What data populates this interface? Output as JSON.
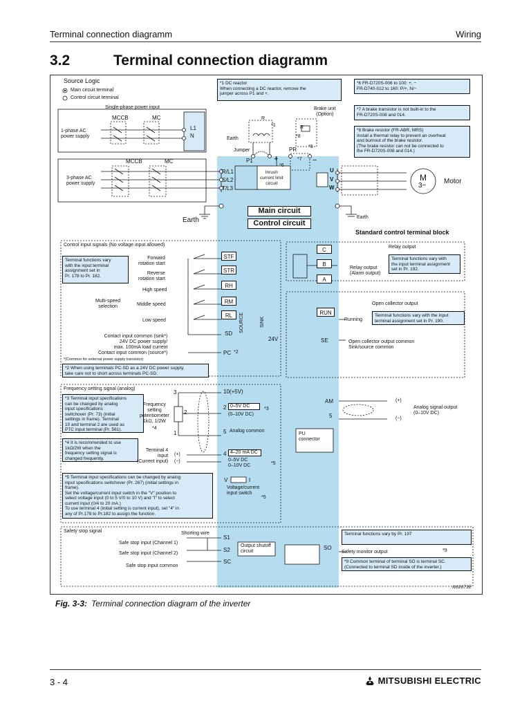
{
  "header": {
    "left": "Terminal connection diagramm",
    "right": "Wiring"
  },
  "section": {
    "number": "3.2",
    "title": "Terminal connection diagramm"
  },
  "legend": {
    "title": "Source Logic",
    "main": "Main circuit terminal",
    "control": "Control circuit terminal"
  },
  "power": {
    "single_title": "Single-phase power input",
    "mccb": "MCCB",
    "mc": "MC",
    "one_phase": "1-phase AC\npower supply",
    "l1": "L1",
    "n": "N",
    "three_phase": "3-phase AC\npower supply",
    "mccb2": "MCCB",
    "mc2": "MC",
    "earth": "Earth",
    "earth2": "Earth",
    "earth3": "Earth",
    "jumper": "Jumper",
    "p1": "P1",
    "plus": "+",
    "pr": "PR",
    "minus": "−",
    "star6": "*6",
    "star6b": "*6",
    "star7": "*7",
    "star8": "*8",
    "star1": "*1",
    "brake_unit": "Brake unit\n(Option)",
    "r": "R",
    "r2": "R",
    "inrush": "Inrush\ncurrent limit\ncircuit",
    "rl1": "R/L1",
    "sl2": "S/L2",
    "tl3": "T/L3",
    "u": "U",
    "v": "V",
    "w": "W",
    "motor_m": "M",
    "motor_3": "3~",
    "motor": "Motor"
  },
  "notes": {
    "n1": "*1 DC reactor\n     When connecting a DC reactor, remove the\n     jumper across P1 and +.",
    "n6": "*6  FR-D720S-008 to 100: +, −\n       FR-D740-012 to 160: P/+, N/−",
    "n7": "*7 A brake transistor is not built-in to the\n     FR-D720S-008 and 014.",
    "n8": "*8 Brake resistor (FR-ABR, MRS)\n     Install a thermal relay to prevent an overheat\n     and burnout of the brake resistor.\n     (The brake resistor can not be connected to\n     the FR-D720S-008 and 014.)"
  },
  "circuit": {
    "main": "Main circuit",
    "control": "Control circuit",
    "std": "Standard control terminal block"
  },
  "inputs": {
    "title": "Control input signals (No voltage input allowed)",
    "note_vary": "Terminal functions vary\nwith the input terminal\nassignment set in\nPr. 178 to Pr. 182.",
    "fwd": "Forward\nrotation start",
    "rev": "Reverse\nrotation start",
    "high": "High speed",
    "multi": "Multi-speed\nselection",
    "middle": "Middle speed",
    "low": "Low speed",
    "common": "Contact input common (sink*)\n24V DC power supply/\nmax. 100mA load current\nContact input common (source*)",
    "common_note": "*(Common for external power supply transistor)",
    "n2": "*2 When using terminals PC-SD as a 24V DC power supply,\n     take care not to short across terminals PC-SD.",
    "stf": "STF",
    "str": "STR",
    "rh": "RH",
    "rm": "RM",
    "rl": "RL",
    "sd": "SD",
    "pc": "PC",
    "star2": "*2",
    "source": "SOURCE",
    "sink": "SINK",
    "v24": "24V"
  },
  "freq": {
    "title": "Frequency setting signal (analog)",
    "n3": "*3 Terminal input specifications\n     can be changed by analog\n     input specifications\n     switchover (Pr. 73) (initial\n     settings in  frame). Terminal\n     10 and terminal 2 are used as\n     PTC input terminal (Pr. 561).",
    "pot": "Frequency\nsetting\npotentiometer\n1kΩ, 1/2W",
    "star4": "*4",
    "n4": "*4 It is recommended to use\n     1kΩ/2W when the\n     frequency setting signal is\n     changed frequently.",
    "t4": "Terminal 4\ninput\n(Current input)",
    "n5": "*5 Terminal input specifications can be changed by analog\n     input specifications switchover (Pr. 267) (initial settings in\n     frame).\n     Set the voltage/current input switch in the \"V\" position to\n     select voltage input (0 to 5 V/0 to 10 V) and \"I\" to select\n     current input (0/4 to 20 mA.)\n     To use terminal 4 (initial setting is current input), set \"4\" in\n     any of Pr.178 to Pr.182 to assign the function.",
    "n3l": "3",
    "n2l": "2",
    "n1l": "1",
    "t10": "10(+5V)",
    "t2": "2",
    "t2a": "0–5V DC",
    "t2b": "(0–10V DC)",
    "star3": "*3",
    "t5": "5",
    "acom": "Analog common",
    "t4l": "4",
    "t4a": "4–20 mA DC",
    "t4b": "0–5V DC\n0–10V DC",
    "star5": "*5",
    "star5b": "*5",
    "plus": "(+)",
    "minus": "(−)",
    "vswitch": "V",
    "iswitch": "I",
    "vilabel": "Voltage/current\ninput switch"
  },
  "outputs": {
    "relay": "Relay output",
    "relay_alarm": "Relay output\n(Alarm output)",
    "relay_note": "Terminal functions vary with\nthe input terminal assignment\nset in Pr. 192.",
    "c": "C",
    "b": "B",
    "a": "A",
    "oc": "Open collector output",
    "run": "RUN",
    "running": "Running",
    "oc_note": "Terminal functions vary with the input\nterminal assignment set in Pr. 190.",
    "se": "SE",
    "oc_common": "Open collector output common\nSink/source common",
    "am": "AM",
    "five": "5",
    "plus": "(+)",
    "minus": "(−)",
    "analog": "Analog signal output\n(0–10V DC)",
    "pu": "PU\nconnector"
  },
  "safety": {
    "title": "Safety stop signal",
    "shorting": "Shorting wire",
    "ch1": "Safe stop input (Channel 1)",
    "ch2": "Safe stop input (Channel 2)",
    "common": "Safe stop input common",
    "s1": "S1",
    "s2": "S2",
    "sc": "SC",
    "shutoff": "Output shutoff\ncircuit",
    "so": "SO",
    "vary": "Terminal functions vary by Pr. 197",
    "monitor": "Safety monitor output",
    "star9": "*9",
    "n9": "*9 Common terminal of terminal SO is terminal SC.\n     (Connected to terminal SD inside of the inverter.)"
  },
  "figure_id": "I002073E",
  "caption": {
    "label": "Fig. 3-3:",
    "text": "Terminal connection diagram of the inverter"
  },
  "footer": {
    "page": "3 - 4",
    "brand": "MITSUBISHI ELECTRIC"
  }
}
